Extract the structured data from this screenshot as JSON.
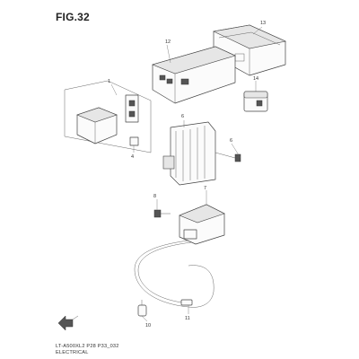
{
  "figure": {
    "title": "FIG.32",
    "code": "LT-A500XL2 P28 P33_032",
    "name": "ELECTRICAL"
  },
  "callouts": [
    {
      "id": "1",
      "label": "1"
    },
    {
      "id": "4",
      "label": "4"
    },
    {
      "id": "6a",
      "label": "6"
    },
    {
      "id": "6b",
      "label": "6"
    },
    {
      "id": "7",
      "label": "7"
    },
    {
      "id": "8",
      "label": "8"
    },
    {
      "id": "10",
      "label": "10"
    },
    {
      "id": "11",
      "label": "11"
    },
    {
      "id": "12",
      "label": "12"
    },
    {
      "id": "13",
      "label": "13"
    },
    {
      "id": "14",
      "label": "14"
    }
  ],
  "icons": {
    "orientation": "arrow-icon"
  }
}
